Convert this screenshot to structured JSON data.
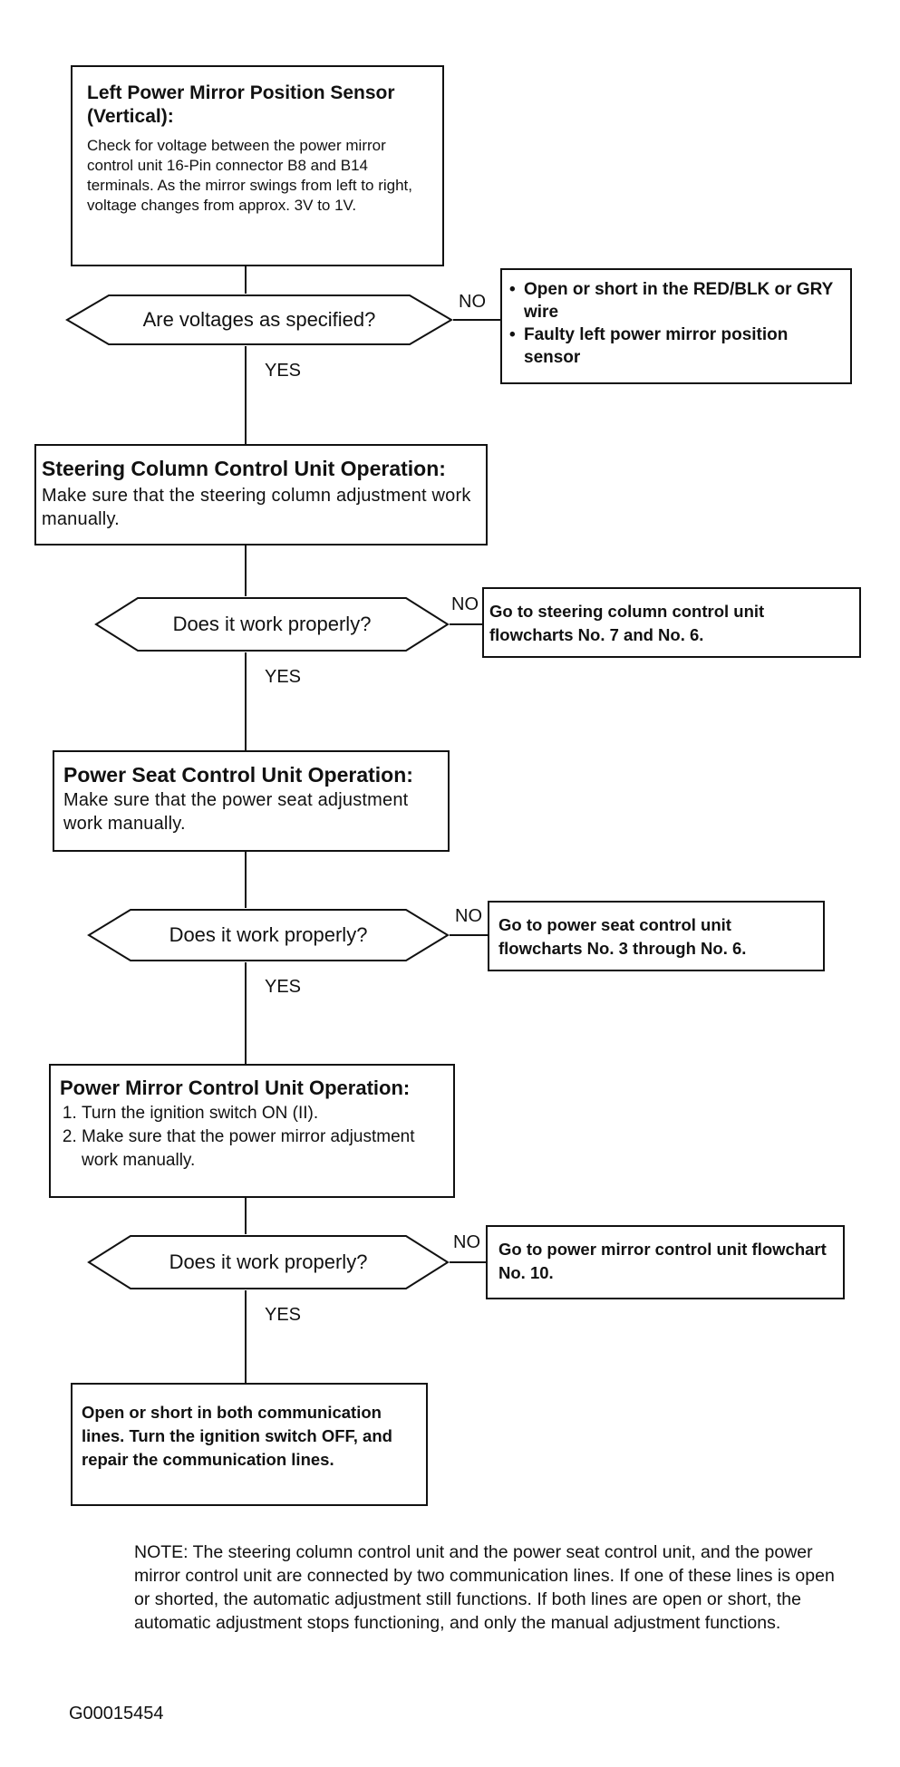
{
  "box1": {
    "title": "Left Power Mirror Position Sensor (Vertical):",
    "body": "Check for voltage between the power mirror control unit 16-Pin connector B8 and B14 terminals. As the mirror swings from left to right, voltage changes from approx. 3V to 1V."
  },
  "decision1": {
    "question": "Are voltages as specified?",
    "no": "NO",
    "yes": "YES"
  },
  "result1": {
    "items": [
      "Open or short in the RED/BLK or GRY wire",
      "Faulty left power mirror position sensor"
    ]
  },
  "box2": {
    "title": "Steering Column Control Unit Operation:",
    "body": "Make sure that the steering column adjustment work manually."
  },
  "decision2": {
    "question": "Does it work properly?",
    "no": "NO",
    "yes": "YES"
  },
  "result2": {
    "text": "Go to steering column control unit flowcharts No. 7 and No. 6."
  },
  "box3": {
    "title": "Power Seat Control Unit Operation:",
    "body": "Make sure that the power seat adjustment work manually."
  },
  "decision3": {
    "question": "Does it work properly?",
    "no": "NO",
    "yes": "YES"
  },
  "result3": {
    "text": "Go to power seat control unit flowcharts No. 3 through No. 6."
  },
  "box4": {
    "title": "Power Mirror Control Unit Operation:",
    "steps": [
      "Turn the ignition switch ON (II).",
      "Make sure that the power mirror adjustment work manually."
    ]
  },
  "decision4": {
    "question": "Does it work properly?",
    "no": "NO",
    "yes": "YES"
  },
  "result4": {
    "text": "Go to power mirror control unit flowchart No. 10."
  },
  "final": {
    "text": "Open or short in both communication lines. Turn the ignition switch OFF, and repair the communication lines."
  },
  "note": "NOTE: The steering column control unit and the power seat control unit, and the power mirror control unit are connected by two communication lines. If one of these lines is open or shorted, the automatic adjustment still functions. If both lines are open or short, the automatic adjustment stops functioning, and only the manual adjustment functions.",
  "figure_id": "G00015454"
}
